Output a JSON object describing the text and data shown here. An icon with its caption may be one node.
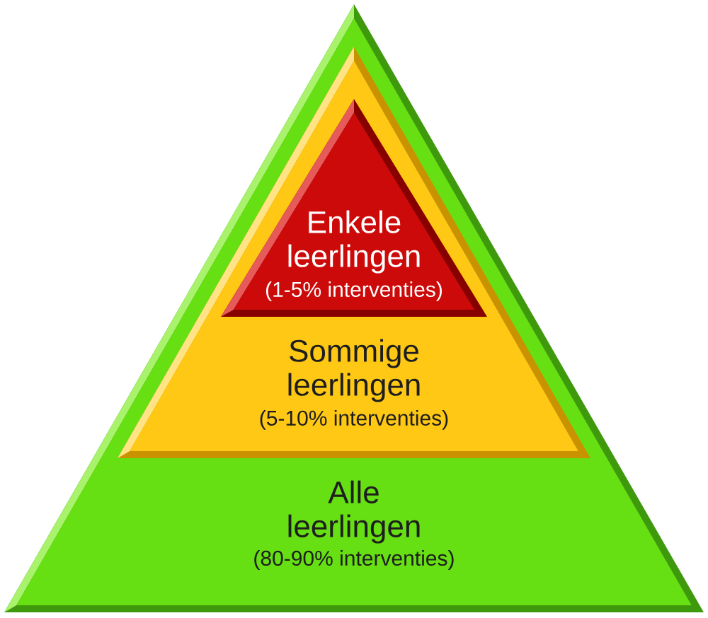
{
  "diagram": {
    "nodes": [
      {
        "text": [
          "Alle leerlingen",
          "(80-90% interventies)"
        ]
      },
      {
        "text": [
          "Sommige leerlingen",
          "(5-10% interventies)"
        ],
        "in": 0
      },
      {
        "text": [
          "Enkele leerlingen",
          "(1-5% interventies)"
        ],
        "in": 1
      }
    ]
  }
}
